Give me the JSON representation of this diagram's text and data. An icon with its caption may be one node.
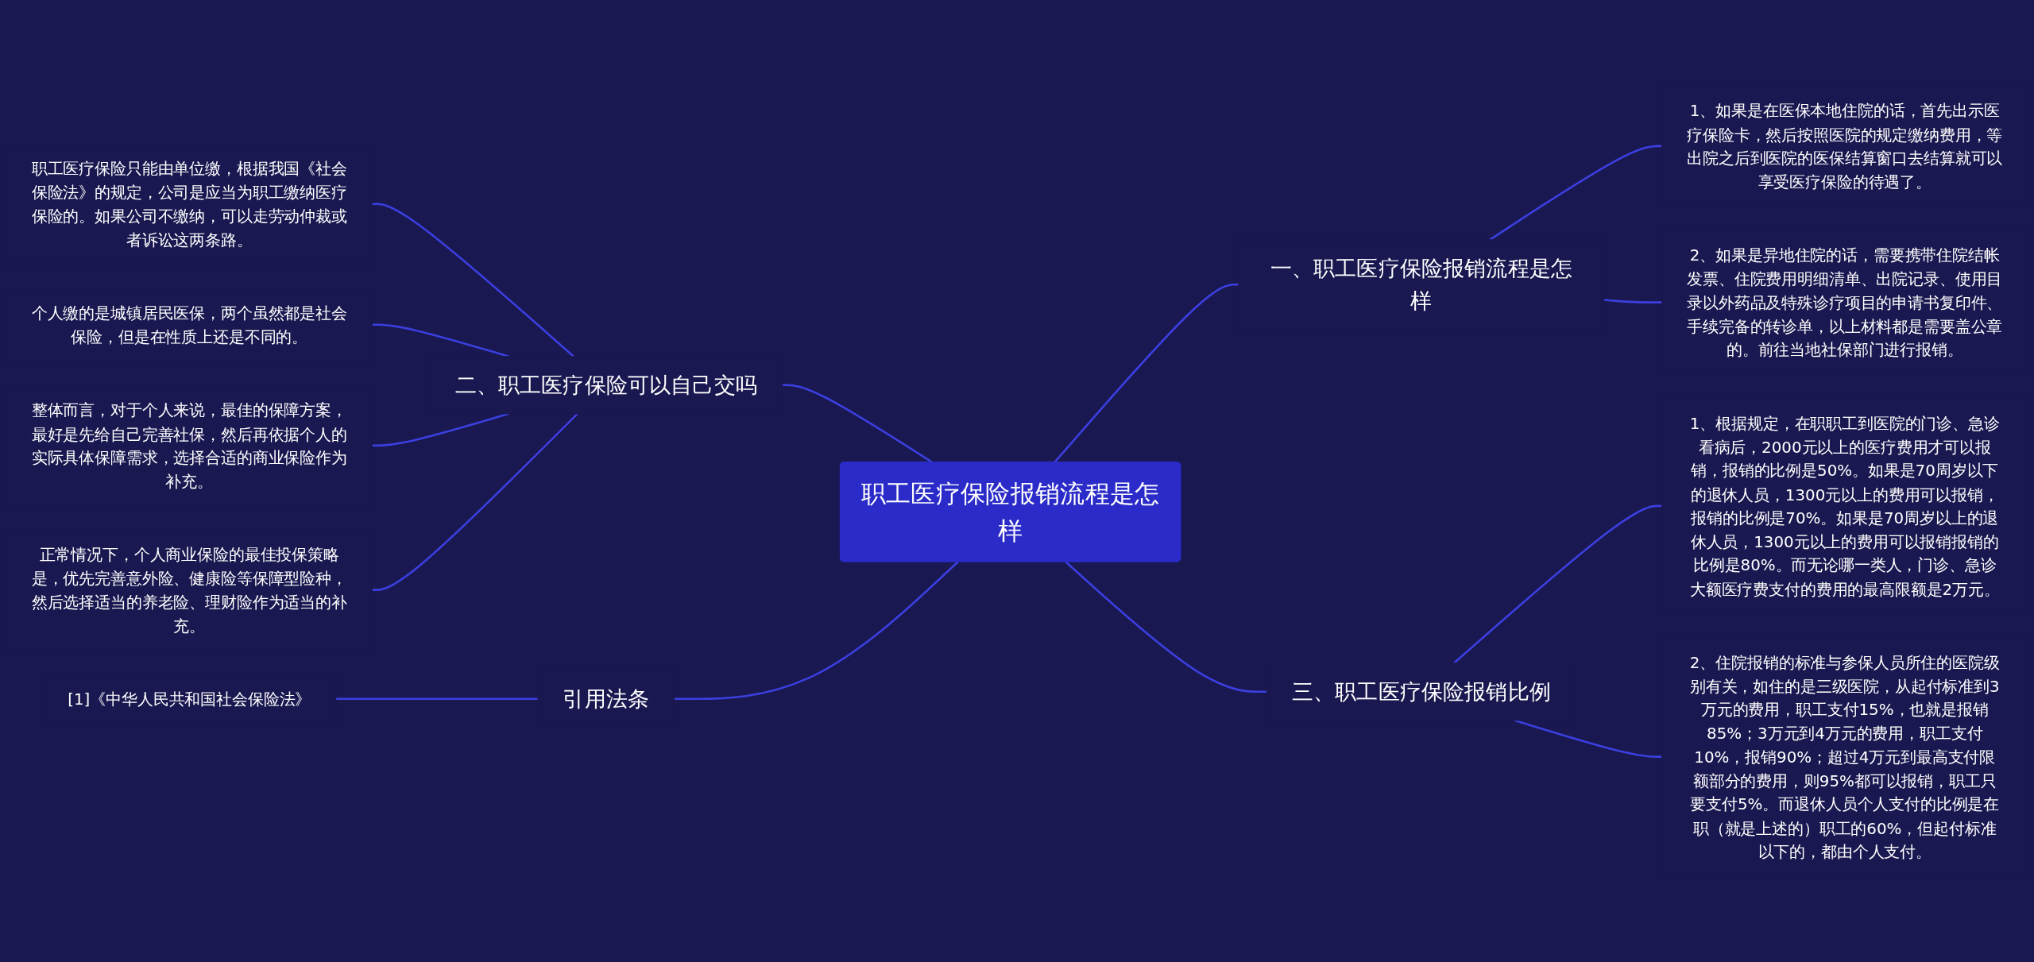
{
  "diagram": {
    "nodes": [
      {
        "text": [
          "职工医疗保险报销流程是怎样"
        ]
      },
      {
        "text": [
          "一、职工医疗保险报销流程是怎样"
        ]
      },
      {
        "text": [
          "1、如果是在医保本地住院的话，首先出示医疗保险卡，然后按照医院的规定缴纳费用，等出院之后到医院的医保结算窗口去结算就可以享受医疗保险的待遇了。"
        ]
      },
      {
        "text": [
          "2、如果是异地住院的话，需要携带住院结帐发票、住院费用明细清单、出院记录、使用目录以外药品及特殊诊疗项目的申请书复印件、手续完备的转诊单，以上材料都是需要盖公章的。前往当地社保部门进行报销。"
        ]
      },
      {
        "text": [
          "三、职工医疗保险报销比例"
        ]
      },
      {
        "text": [
          "1、根据规定，在职职工到医院的门诊、急诊看病后，2000元以上的医疗费用才可以报销，报销的比例是50%。如果是70周岁以下的退休人员，1300元以上的费用可以报销，报销的比例是70%。如果是70周岁以上的退休人员，1300元以上的费用可以报销报销的比例是80%。而无论哪一类人，门诊、急诊大额医疗费支付的费用的最高限额是2万元。"
        ]
      },
      {
        "text": [
          "2、住院报销的标准与参保人员所住的医院级别有关，如住的是三级医院，从起付标准到3万元的费用，职工支付15%，也就是报销85%；3万元到4万元的费用，职工支付10%，报销90%；超过4万元到最高支付限额部分的费用，则95%都可以报销，职工只要支付5%。而退休人员个人支付的比例是在职（就是上述的）职工的60%，但起付标准以下的，都由个人支付。"
        ]
      },
      {
        "text": [
          "二、职工医疗保险可以自己交吗"
        ]
      },
      {
        "text": [
          "职工医疗保险只能由单位缴，根据我国《社会保险法》的规定，公司是应当为职工缴纳医疗保险的。如果公司不缴纳，可以走劳动仲裁或者诉讼这两条路。"
        ]
      },
      {
        "text": [
          "个人缴的是城镇居民医保，两个虽然都是社会保险，但是在性质上还是不同的。"
        ]
      },
      {
        "text": [
          "整体而言，对于个人来说，最佳的保障方案，最好是先给自己完善社保，然后再依据个人的实际具体保障需求，选择合适的商业保险作为补充。"
        ]
      },
      {
        "text": [
          "正常情况下，个人商业保险的最佳投保策略是，优先完善意外险、健康险等保障型险种，然后选择适当的养老险、理财险作为适当的补充。"
        ]
      },
      {
        "text": [
          "引用法条"
        ]
      },
      {
        "text": [
          "[1]《中华人民共和国社会保险法》"
        ]
      }
    ],
    "edges": [
      {
        "from": 0,
        "to": 1,
        "arrow": "none"
      },
      {
        "from": 1,
        "to": 2,
        "arrow": "none"
      },
      {
        "from": 1,
        "to": 3,
        "arrow": "none"
      },
      {
        "from": 0,
        "to": 4,
        "arrow": "none"
      },
      {
        "from": 4,
        "to": 5,
        "arrow": "none"
      },
      {
        "from": 4,
        "to": 6,
        "arrow": "none"
      },
      {
        "from": 8,
        "to": 7,
        "arrow": "none"
      },
      {
        "from": 9,
        "to": 7,
        "arrow": "none"
      },
      {
        "from": 10,
        "to": 7,
        "arrow": "none"
      },
      {
        "from": 11,
        "to": 7,
        "arrow": "none"
      },
      {
        "from": 7,
        "to": 0,
        "arrow": "none"
      },
      {
        "from": 13,
        "to": 12,
        "arrow": "none"
      },
      {
        "from": 12,
        "to": 0,
        "arrow": "none"
      }
    ]
  }
}
